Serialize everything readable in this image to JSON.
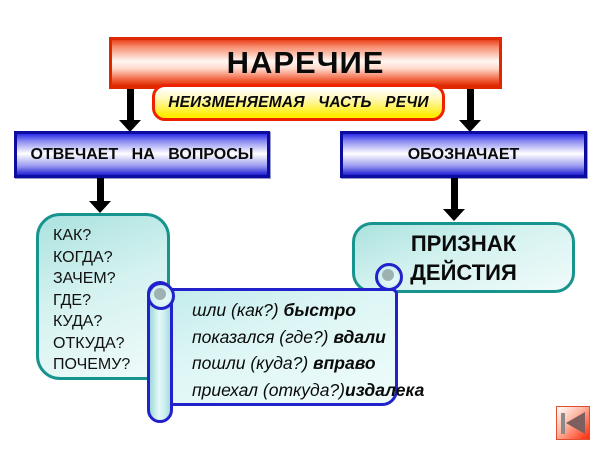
{
  "slide": {
    "title": "НАРЕЧИЕ",
    "subtitle": "НЕИЗМЕНЯЕМАЯ ЧАСТЬ РЕЧИ"
  },
  "left_branch": {
    "header": "ОТВЕЧАЕТ НА ВОПРОСЫ",
    "questions": [
      "КАК?",
      "КОГДА?",
      "ЗАЧЕМ?",
      "ГДЕ?",
      "КУДА?",
      "ОТКУДА?",
      "ПОЧЕМУ?"
    ]
  },
  "right_branch": {
    "header": "ОБОЗНАЧАЕТ",
    "meaning_line1": "ПРИЗНАК",
    "meaning_line2": "ДЕЙСТИЯ"
  },
  "examples": {
    "items": [
      {
        "phrase": "шли (как?) ",
        "adverb": "быстро"
      },
      {
        "phrase": "показался (где?) ",
        "adverb": "вдали"
      },
      {
        "phrase": "пошли (куда?) ",
        "adverb": "вправо"
      },
      {
        "phrase": "приехал (откуда?)",
        "adverb": "издалека"
      }
    ]
  },
  "nav": {
    "back_icon": "skip-to-start"
  },
  "colors": {
    "title_red": "#dd2800",
    "subtitle_border_red": "#ee2200",
    "subtitle_yellow": "#ffee00",
    "header_blue": "#2020d4",
    "cyan_border_teal": "#18948e",
    "scroll_border_blue": "#2222cc",
    "arrow_black": "#000000",
    "back_button_red": "#ff2a08"
  }
}
